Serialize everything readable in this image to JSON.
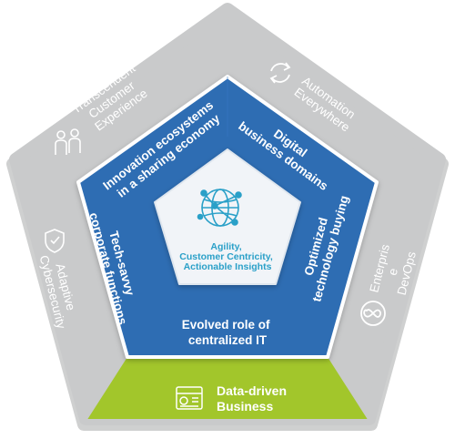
{
  "core": {
    "lines": [
      "Agility,",
      "Customer Centricity,",
      "Actionable Insights"
    ]
  },
  "middle_ring": {
    "innovation": [
      "Innovation ecosystems",
      "in a sharing economy"
    ],
    "digital": [
      "Digital",
      "business domains"
    ],
    "optimized": [
      "Optimized",
      "technology buying"
    ],
    "evolved": [
      "Evolved role of",
      "centralized IT"
    ],
    "techsavvy": [
      "Tech-savvy",
      "corporate functions"
    ]
  },
  "outer_ring": {
    "transcendent": {
      "lines": [
        "Transcendent",
        "Customer",
        "Experience"
      ],
      "icon": "people-icon"
    },
    "automation": {
      "lines": [
        "Automation",
        "Everywhere"
      ],
      "icon": "cycle-arrows-icon"
    },
    "enterprise": {
      "lines": [
        "Enterpris",
        "e",
        "DevOps"
      ],
      "icon": "infinity-icon"
    },
    "adaptive": {
      "lines": [
        "Adaptive",
        "Cybersecurity"
      ],
      "icon": "shield-icon"
    }
  },
  "bottom_segment": {
    "lines": [
      "Data-driven",
      "Business"
    ],
    "icon": "dashboard-icon"
  },
  "colors": {
    "outer_gray": "#c9cacb",
    "outer_shadow": "#a9aaab",
    "mid_blue": "#2f6db3",
    "mid_border": "#ffffff",
    "core_fill": "#f1f4f8",
    "core_text": "#2aa0c8",
    "green": "#a2c62b"
  }
}
